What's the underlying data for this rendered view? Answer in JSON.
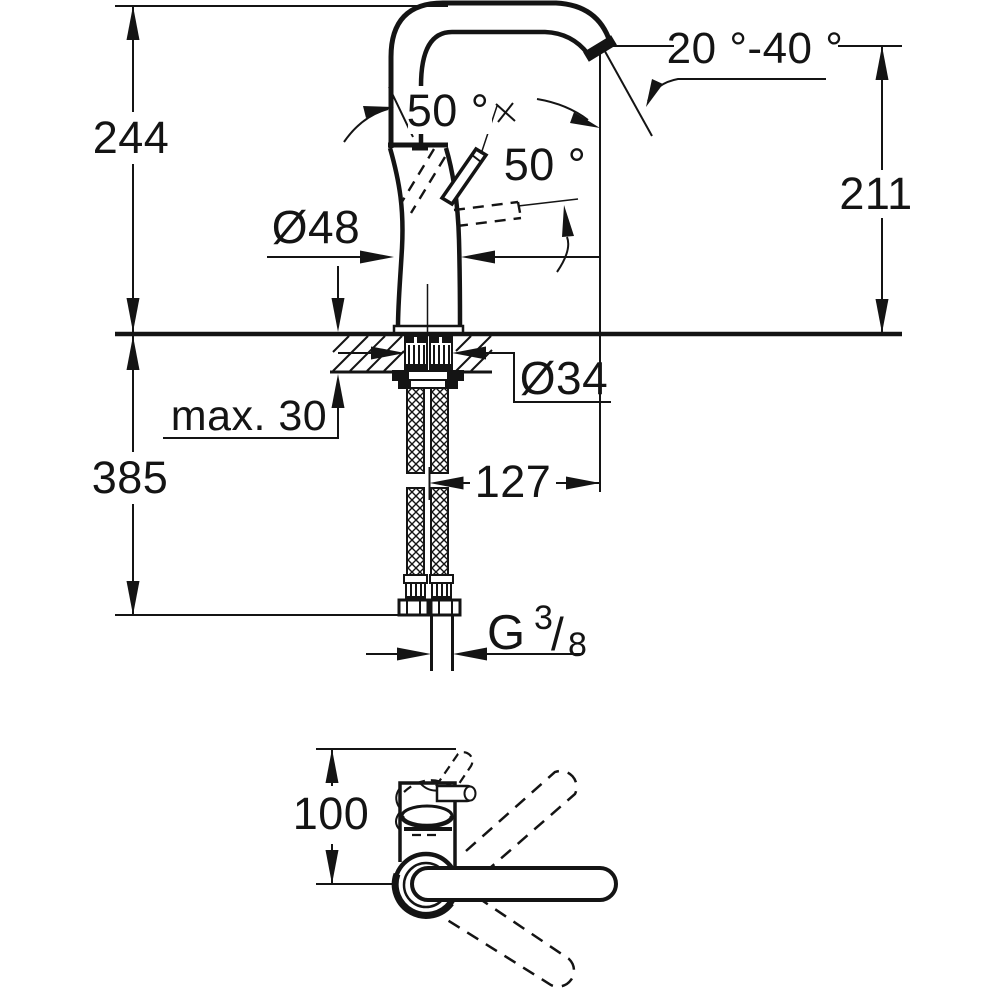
{
  "colors": {
    "ink": "#141414",
    "paper": "#ffffff"
  },
  "main_view": {
    "overall_height": "244",
    "spout_height": "211",
    "spout_angle_range": "20 °-40 °",
    "lever_swivel_angle": "50 °",
    "lever_tilt_angle": "50 °",
    "body_diameter": "Ø48",
    "hole_diameter": "Ø34",
    "max_deck_thickness": "max. 30",
    "installation_depth": "385",
    "spout_reach": "127",
    "thread_size": {
      "prefix": "G",
      "numerator": "3",
      "slash": "/",
      "denominator": "8"
    }
  },
  "top_view": {
    "lever_reach": "100"
  }
}
